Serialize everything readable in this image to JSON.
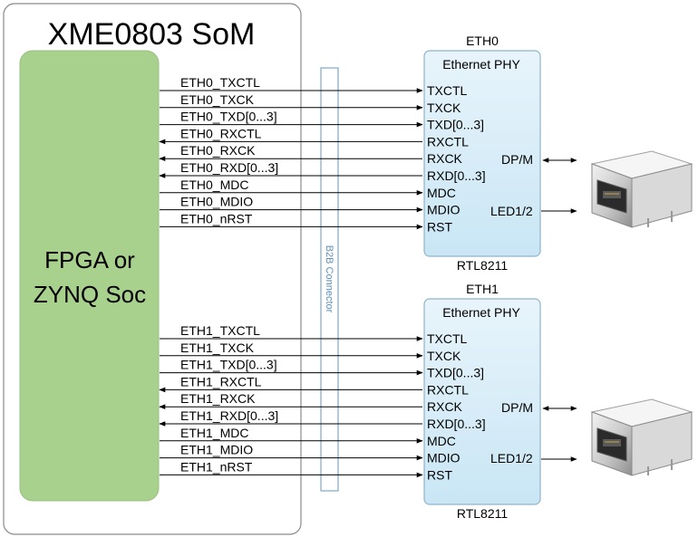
{
  "som": {
    "title": "XME0803 SoM"
  },
  "fpga": {
    "line1": "FPGA or",
    "line2": "ZYNQ Soc"
  },
  "connector": {
    "label": "B2B Connector"
  },
  "eth0": {
    "title": "ETH0",
    "phy_title": "Ethernet PHY",
    "chip": "RTL8211",
    "signals": [
      "ETH0_TXCTL",
      "ETH0_TXCK",
      "ETH0_TXD[0...3]",
      "ETH0_RXCTL",
      "ETH0_RXCK",
      "ETH0_RXD[0...3]",
      "ETH0_MDC",
      "ETH0_MDIO",
      "ETH0_nRST"
    ],
    "pins": [
      "TXCTL",
      "TXCK",
      "TXD[0...3]",
      "RXCTL",
      "RXCK",
      "RXD[0...3]",
      "MDC",
      "MDIO",
      "RST"
    ],
    "dpm": "DP/M",
    "led": "LED1/2"
  },
  "eth1": {
    "title": "ETH1",
    "phy_title": "Ethernet PHY",
    "chip": "RTL8211",
    "signals": [
      "ETH1_TXCTL",
      "ETH1_TXCK",
      "ETH1_TXD[0...3]",
      "ETH1_RXCTL",
      "ETH1_RXCK",
      "ETH1_RXD[0...3]",
      "ETH1_MDC",
      "ETH1_MDIO",
      "ETH1_nRST"
    ],
    "pins": [
      "TXCTL",
      "TXCK",
      "TXD[0...3]",
      "RXCTL",
      "RXCK",
      "RXD[0...3]",
      "MDC",
      "MDIO",
      "RST"
    ],
    "dpm": "DP/M",
    "led": "LED1/2"
  },
  "signal_directions": [
    "out",
    "out",
    "out",
    "in",
    "in",
    "in",
    "out",
    "out",
    "out"
  ],
  "icons": {
    "connector": "rj45-jack-icon"
  },
  "colors": {
    "fpga_fill": "#a9d18e",
    "phy_fill_top": "#e8f4fb",
    "phy_fill_bottom": "#c9e6f5",
    "phy_stroke": "#8fb4c9",
    "connector_stroke": "#7fa7c9",
    "connector_text": "#5b8fbf"
  }
}
